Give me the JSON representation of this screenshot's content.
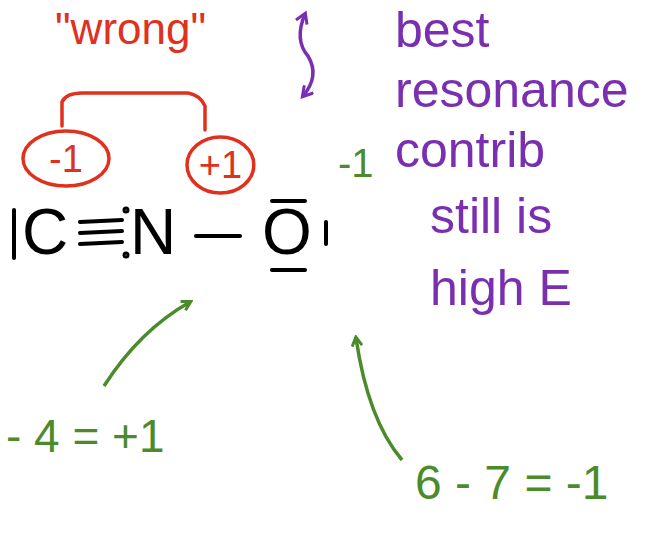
{
  "diagram": {
    "nodes": [
      {
        "text": [
          "-1"
        ]
      },
      {
        "text": [
          "+1"
        ]
      }
    ],
    "labels": [
      "\"wrong\"",
      "best resonance contrib",
      "-1",
      "still is high E",
      "C",
      "N",
      "O",
      "- 4 = +1",
      "6 - 7 = -1"
    ]
  }
}
